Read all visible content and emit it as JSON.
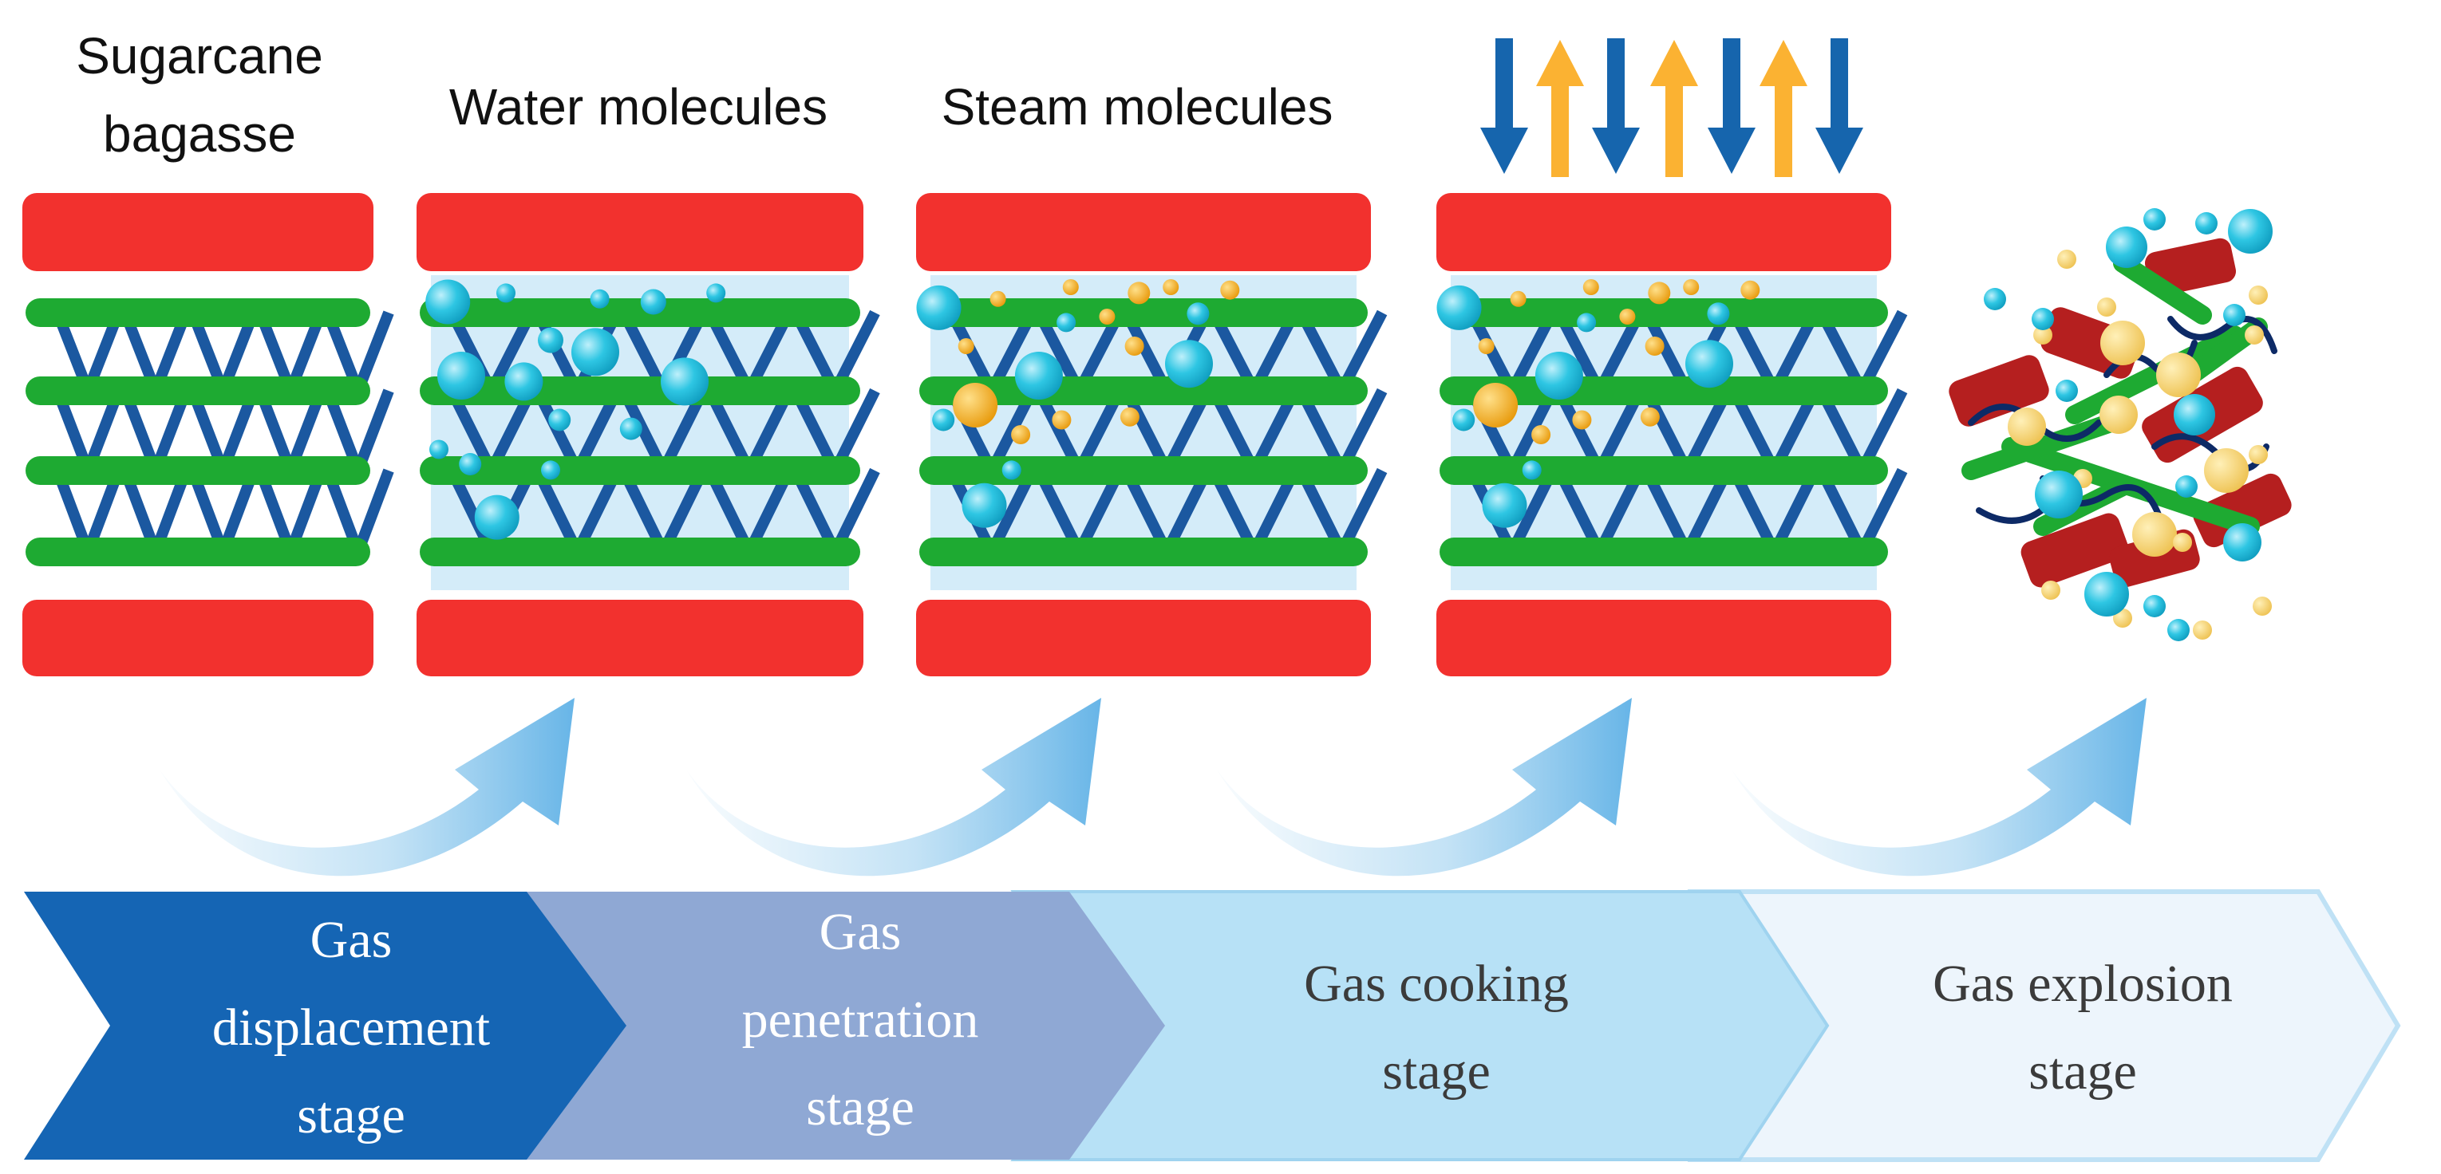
{
  "labels": {
    "sugarcane_line1": "Sugarcane",
    "sugarcane_line2": "bagasse",
    "water": "Water molecules",
    "steam": "Steam molecules"
  },
  "stages": [
    {
      "line1": "Gas",
      "line2": "displacement",
      "line3": "stage"
    },
    {
      "line1": "Gas",
      "line2": "penetration",
      "line3": "stage"
    },
    {
      "line1": "Gas cooking",
      "line2": "stage"
    },
    {
      "line1": "Gas explosion",
      "line2": "stage"
    }
  ],
  "colors": {
    "plate_red": "#f2312e",
    "fiber_green": "#1eaa32",
    "lattice_blue": "#1b58a0",
    "water_cyan": "#27c1df",
    "steam_orange": "#f3a91a",
    "arrow_down_blue": "#1665ad",
    "arrow_up_orange": "#fbb232",
    "debris_red": "#b51f1f",
    "debris_yellow": "#f7d46b",
    "stage1": "#1565b4",
    "stage2": "#8fa8d4",
    "stage3": "#b7e1f6",
    "stage4": "#edf5fc",
    "swoosh": "#7cc0ea"
  },
  "icons": [
    "pressure-down-arrow-icon",
    "pressure-up-arrow-icon",
    "curved-arrow-icon"
  ]
}
